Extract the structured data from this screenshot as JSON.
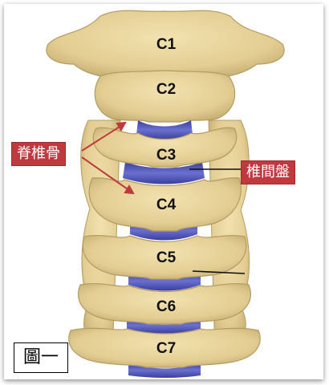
{
  "vertebrae": [
    {
      "id": "c1",
      "label": "C1"
    },
    {
      "id": "c2",
      "label": "C2"
    },
    {
      "id": "c3",
      "label": "C3"
    },
    {
      "id": "c4",
      "label": "C4"
    },
    {
      "id": "c5",
      "label": "C5"
    },
    {
      "id": "c6",
      "label": "C6"
    },
    {
      "id": "c7",
      "label": "C7"
    }
  ],
  "callouts": {
    "vertebra": "脊椎骨",
    "disc": "椎間盤"
  },
  "figure_label": "圖一",
  "colors": {
    "bone": "#e8d49a",
    "bone_shadow": "#c9b277",
    "disc": "#5a5fc0",
    "callout_bg": "#c0393f"
  }
}
